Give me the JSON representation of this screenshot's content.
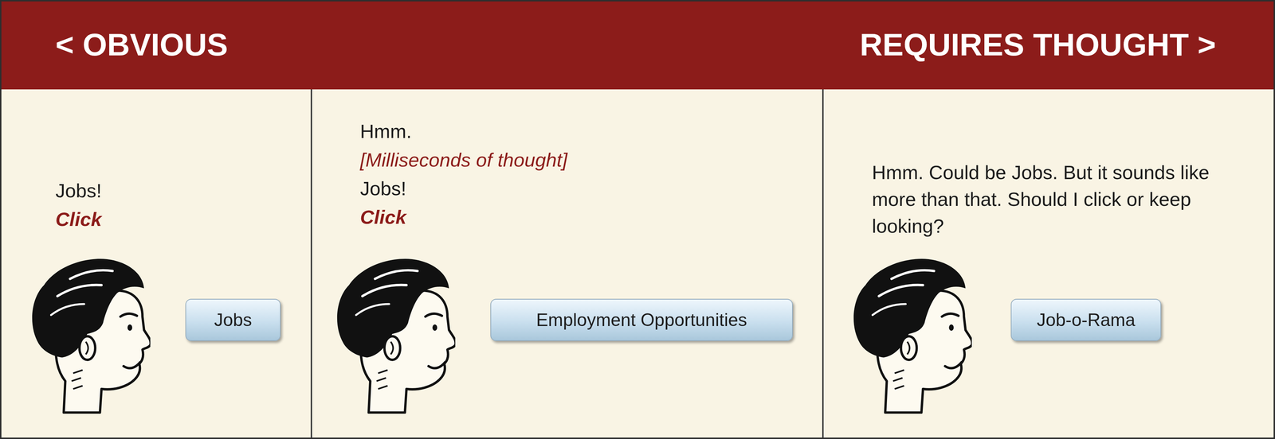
{
  "diagram": {
    "nodes": [
      {
        "text": [
          "< OBVIOUS",
          "REQUIRES THOUGHT >"
        ]
      },
      {
        "text": [
          "Jobs!",
          "Click"
        ]
      },
      {
        "text": [
          "Jobs"
        ],
        "in": 1
      },
      {
        "text": [
          "Hmm.",
          "[Milliseconds of thought]",
          "Jobs!",
          "Click"
        ]
      },
      {
        "text": [
          "Employment Opportunities"
        ],
        "in": 3
      },
      {
        "text": [
          "Hmm. Could be Jobs. But it sounds like more than that. Should I click or keep looking?"
        ]
      },
      {
        "text": [
          "Job-o-Rama"
        ],
        "in": 5
      }
    ]
  }
}
